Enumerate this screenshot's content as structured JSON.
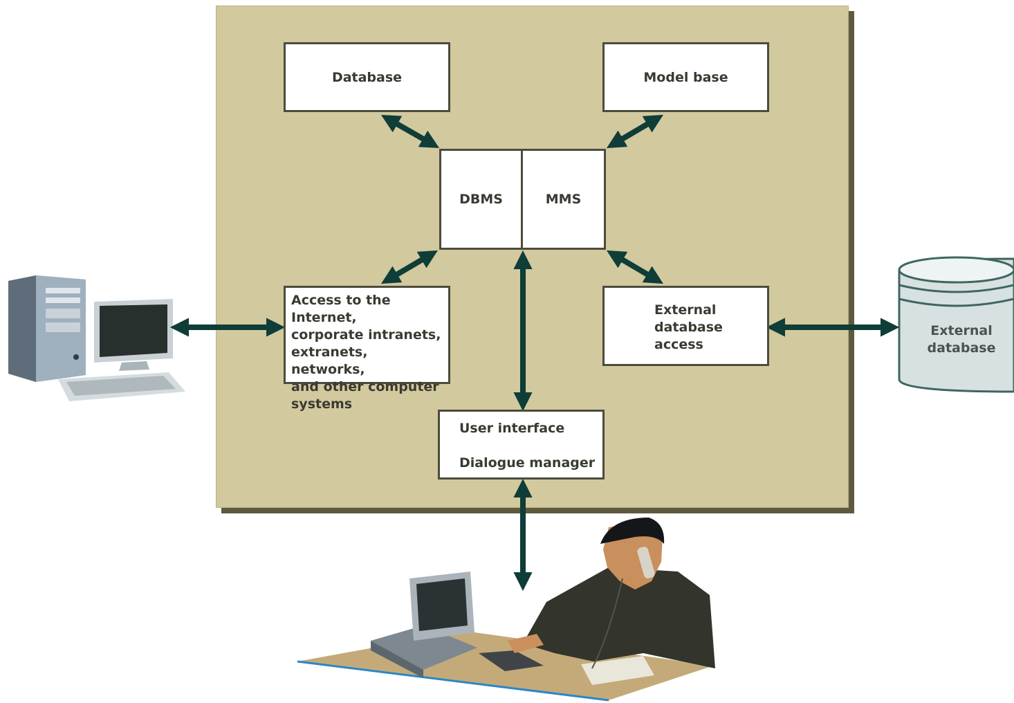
{
  "diagram": {
    "database": "Database",
    "model_base": "Model base",
    "dbms": "DBMS",
    "mms": "MMS",
    "access": [
      "Access to the Internet,",
      "corporate intranets,",
      "extranets, networks,",
      "and other computer",
      "systems"
    ],
    "ext_access": [
      "External",
      "database",
      "access"
    ],
    "user_interface": "User interface",
    "dialogue_manager": "Dialogue manager",
    "external_database": [
      "External",
      "database"
    ]
  },
  "colors": {
    "panel": "#d2c99f",
    "arrow": "#0f3d38",
    "box_border": "#4d4b3c"
  },
  "icons": [
    "desktop-computer-icon",
    "external-database-cylinder-icon",
    "businessman-at-desk-icon"
  ]
}
